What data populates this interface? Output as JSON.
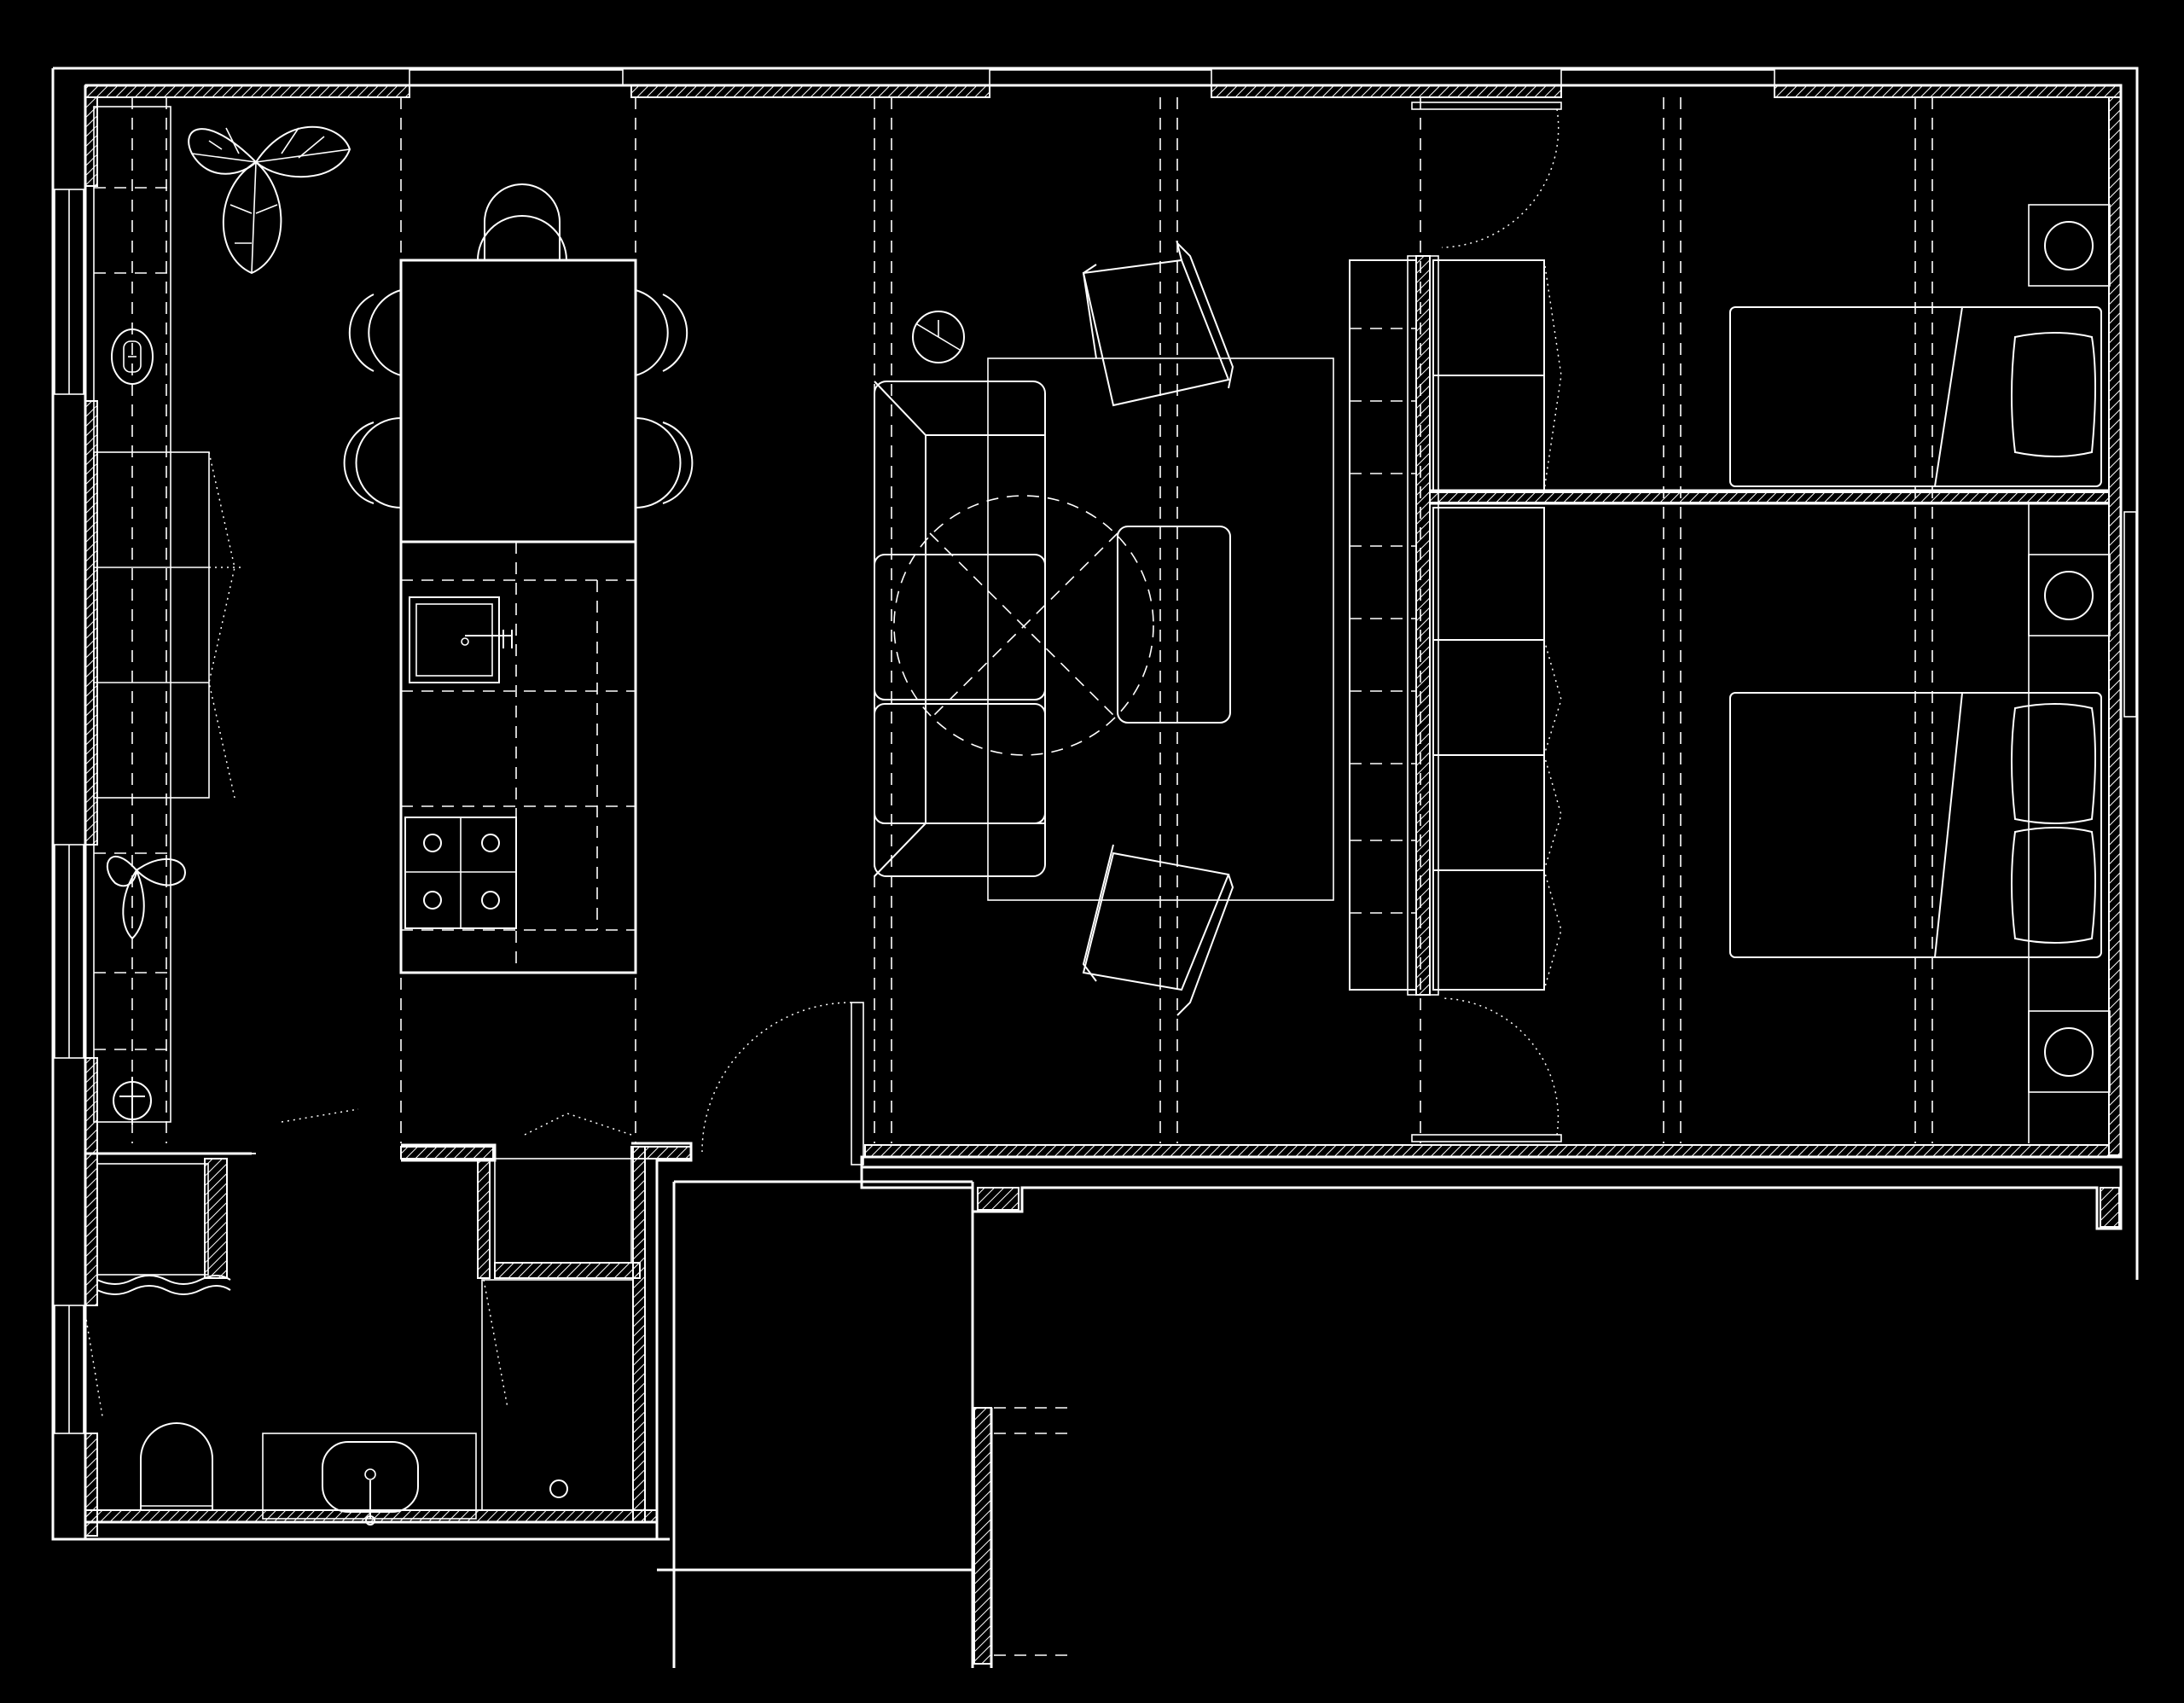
{
  "drawing": {
    "type": "architectural floor plan",
    "line_color": "#ffffff",
    "background_color": "#000000",
    "rooms": [
      "kitchen-dining",
      "living-room",
      "bedroom-1",
      "bedroom-2",
      "bathroom",
      "entry-hall",
      "storage"
    ],
    "furniture": [
      "dining-table",
      "dining-chairs",
      "kitchen-counter",
      "kitchen-sink",
      "gas-cooktop",
      "sofa",
      "armchairs",
      "lounge-chairs",
      "coffee-table",
      "side-table",
      "rug",
      "wardrobes",
      "single-bed",
      "double-bed",
      "nightstand-lamps",
      "toilet",
      "washbasin",
      "shower",
      "washing-machine",
      "plants"
    ]
  }
}
